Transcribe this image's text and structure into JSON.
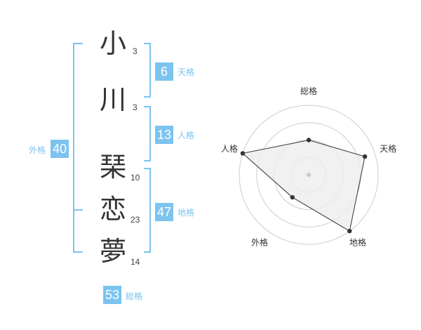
{
  "name": {
    "chars": [
      {
        "char": "小",
        "strokes": "3"
      },
      {
        "char": "川",
        "strokes": "3"
      },
      {
        "char": "琹",
        "strokes": "10"
      },
      {
        "char": "恋",
        "strokes": "23"
      },
      {
        "char": "夢",
        "strokes": "14"
      }
    ]
  },
  "fortunes": {
    "tenkaku": {
      "value": "6",
      "label": "天格"
    },
    "jinkaku": {
      "value": "13",
      "label": "人格"
    },
    "chikaku": {
      "value": "47",
      "label": "地格"
    },
    "gaikaku": {
      "value": "40",
      "label": "外格"
    },
    "soukaku": {
      "value": "53",
      "label": "総格"
    }
  },
  "chart_data": {
    "type": "radar",
    "axes": [
      "総格",
      "天格",
      "地格",
      "外格",
      "人格"
    ],
    "values": [
      0.5,
      0.85,
      1.0,
      0.4,
      1.0
    ],
    "max": 1,
    "rings": 4,
    "colors": {
      "fill": "#eeeeee",
      "line": "#333333",
      "grid": "#cccccc",
      "center": "#c8c8c8"
    }
  }
}
